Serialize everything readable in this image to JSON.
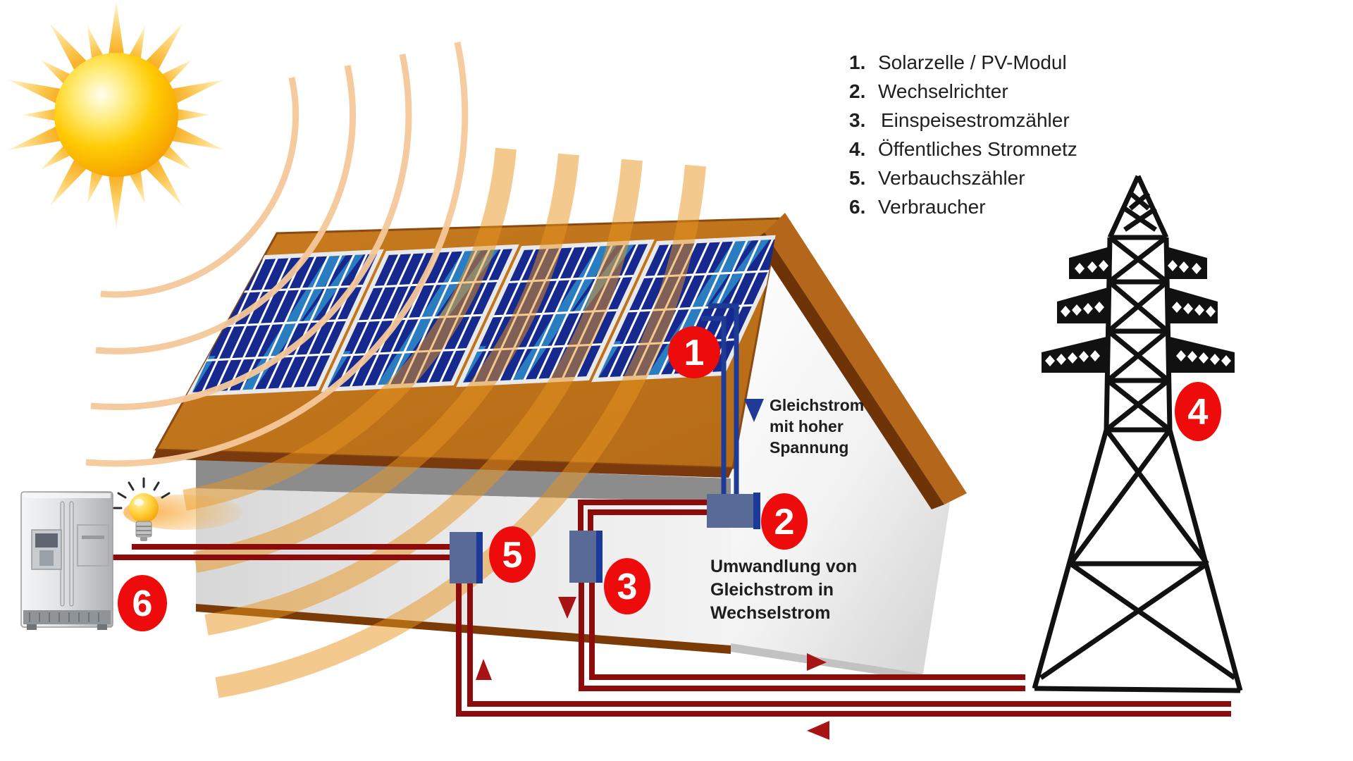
{
  "legend": {
    "items": [
      {
        "num": "1.",
        "label": "Solarzelle / PV-Modul"
      },
      {
        "num": "2.",
        "label": "Wechselrichter"
      },
      {
        "num": "3.",
        "label": "Einspeisestromzähler"
      },
      {
        "num": "4.",
        "label": "Öffentliches Stromnetz"
      },
      {
        "num": "5.",
        "label": "Verbauchszähler"
      },
      {
        "num": "6.",
        "label": "Verbraucher"
      }
    ]
  },
  "labels": {
    "dc": {
      "line1": "Gleichstrom",
      "line2": "mit hoher",
      "line3": "Spannung"
    },
    "conversion": {
      "line1": "Umwandlung von",
      "line2": "Gleichstrom in",
      "line3": "Wechselstrom"
    }
  },
  "markers": {
    "m1": "1",
    "m2": "2",
    "m3": "3",
    "m4": "4",
    "m5": "5",
    "m6": "6"
  },
  "colors": {
    "marker_red": "#ee0b0b",
    "wire_red": "#8e0b0b",
    "arrow_red": "#a81414",
    "wire_blue": "#1e3c96",
    "roof_orange": "#c8791e",
    "roof_edge_brown": "#7a3a0e",
    "panel_blue": "#16298f",
    "panel_reflection_blue": "#2e86c8",
    "sun_orange": "#f6a400",
    "arc_orange": "#e8951f",
    "text_dark": "#1e1e1e",
    "pylon_black": "#111111",
    "box_blue_gray": "#5a6a96"
  }
}
